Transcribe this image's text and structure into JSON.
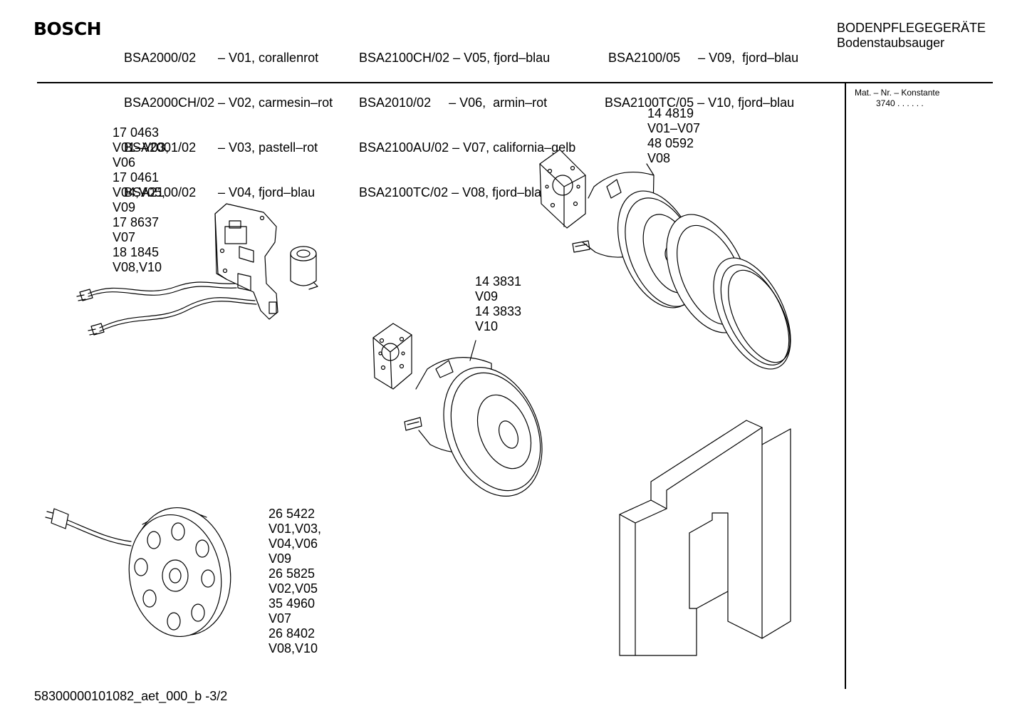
{
  "brand": "BOSCH",
  "header": {
    "models_col1": [
      "BSA2000/02",
      "BSA2000CH/02",
      "BSA2001/02",
      "BSA2100/02"
    ],
    "variants_col1": [
      "– V01, corallenrot",
      "– V02, carmesin–rot",
      "– V03, pastell–rot",
      "– V04, fjord–blau"
    ],
    "col2": [
      "BSA2100CH/02 – V05, fjord–blau",
      "BSA2010/02     – V06,  armin–rot",
      "BSA2100AU/02 – V07, california–gelb",
      "BSA2100TC/02 – V08, fjord–blau"
    ],
    "col3": [
      " BSA2100/05     – V09,  fjord–blau",
      "BSA2100TC/05 – V10, fjord–blau"
    ],
    "category": "BODENPFLEGEGERÄTE",
    "subcategory": "Bodenstaubsauger"
  },
  "mat": {
    "label": "Mat. – Nr. – Konstante",
    "value": "3740 . . . . . ."
  },
  "parts": {
    "switch_board": [
      "17 0463",
      "V01–V03,",
      "V06",
      "17 0461",
      "V04,V05,",
      "V09",
      "17 8637",
      "V07",
      "18 1845",
      "V08,V10"
    ],
    "motor_large": [
      "14 4819",
      "V01–V07",
      "48 0592",
      "V08"
    ],
    "motor_small": [
      "14 3831",
      "V09",
      "14 3833",
      "V10"
    ],
    "cable_reel": [
      "26 5422",
      "V01,V03,",
      "V04,V06",
      "V09",
      "26 5825",
      "V02,V05",
      "35 4960",
      "V07",
      "26 8402",
      "V08,V10"
    ]
  },
  "footer": "58300000101082_aet_000_b -3/2"
}
